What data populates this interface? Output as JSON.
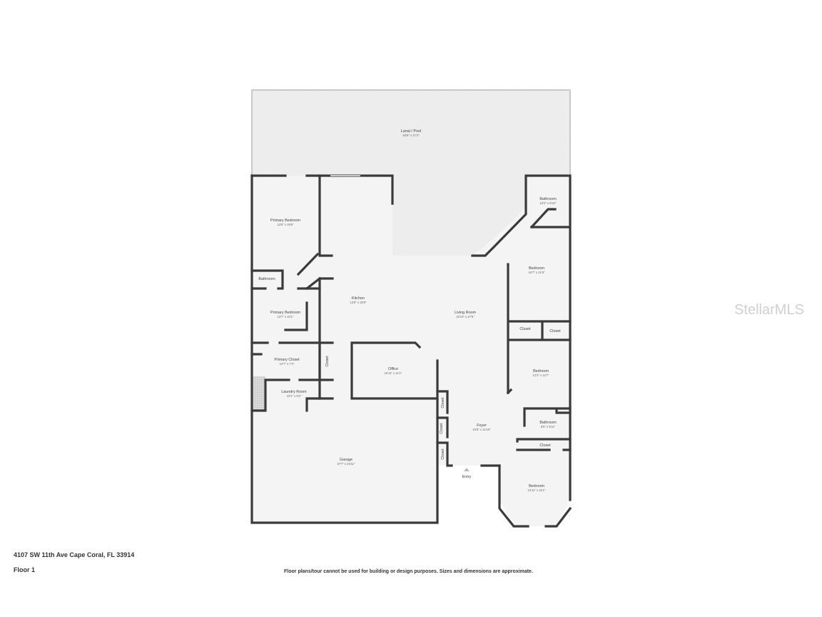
{
  "address": "4107 SW 11th Ave Cape Coral, FL 33914",
  "floor": "Floor 1",
  "disclaimer": "Floor plans/tour cannot be used for building or design purposes. Sizes and dimensions are approximate.",
  "watermark": "StellarMLS",
  "rooms": {
    "lanai": {
      "name": "Lanai / Pool",
      "dims": "64'8\" x 17'4\""
    },
    "primary_bedroom_1": {
      "name": "Primary Bedroom",
      "dims": "13'6\" x 19'6\""
    },
    "bathroom_primary": {
      "name": "Bathroom"
    },
    "primary_bedroom_2": {
      "name": "Primary Bedroom",
      "dims": "13'7\" x 10'1\""
    },
    "primary_closet": {
      "name": "Primary Closet",
      "dims": "13'7\" x 7'4\""
    },
    "closet_hall": {
      "name": "Closet"
    },
    "laundry": {
      "name": "Laundry Room",
      "dims": "10'1\" x 6'2\""
    },
    "kitchen": {
      "name": "Kitchen",
      "dims": "14'5\" x 33'8\""
    },
    "office": {
      "name": "Office",
      "dims": "16'11\" x 11'1\""
    },
    "garage": {
      "name": "Garage",
      "dims": "37'7\" x 24'11\""
    },
    "living": {
      "name": "Living Room",
      "dims": "23'10\" x 27'6\""
    },
    "bathroom_ne": {
      "name": "Bathroom",
      "dims": "10'2\" x 9'10\""
    },
    "bedroom_ne": {
      "name": "Bedroom",
      "dims": "16'7\" x 21'9\""
    },
    "closet_a": {
      "name": "Closet"
    },
    "closet_b": {
      "name": "Closet"
    },
    "bedroom_e": {
      "name": "Bedroom",
      "dims": "12'2\" x 12'7\""
    },
    "bathroom_e": {
      "name": "Bathroom",
      "dims": "8'5\" x 5'11\""
    },
    "closet_c": {
      "name": "Closet"
    },
    "bedroom_se": {
      "name": "Bedroom",
      "dims": "13'11\" x 15'1\""
    },
    "foyer": {
      "name": "Foyer",
      "dims": "10'8\" x 14'10\""
    },
    "foyer_closet_1": {
      "name": "Closet"
    },
    "foyer_closet_2": {
      "name": "Closet"
    },
    "foyer_closet_3": {
      "name": "Closet"
    },
    "entry": {
      "name": "Entry"
    }
  },
  "colors": {
    "wall": "#3a3a3a",
    "floor": "#f4f4f4",
    "lanai": "#ececec",
    "watermark": "#c8c8c8"
  }
}
